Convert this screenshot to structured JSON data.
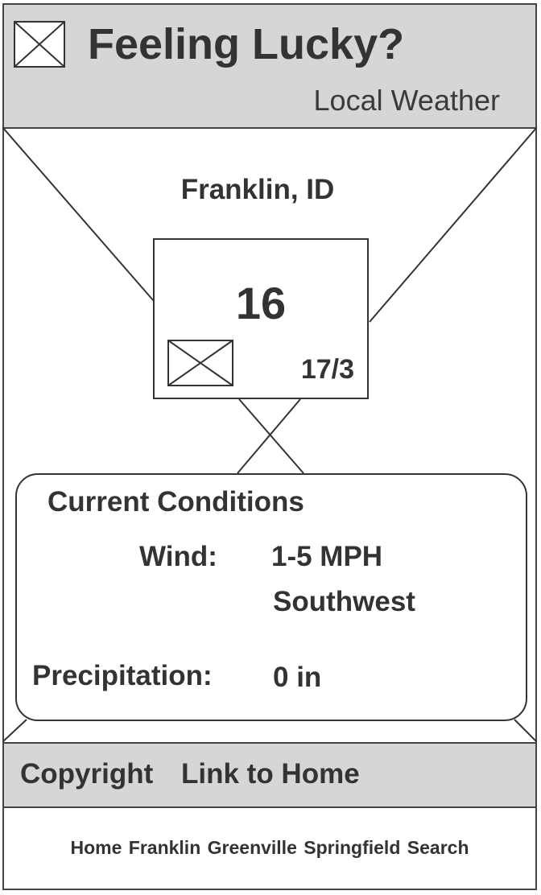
{
  "header": {
    "title": "Feeling Lucky?",
    "subtitle": "Local Weather",
    "logo_icon": "image-placeholder-icon"
  },
  "location": {
    "city": "Franklin, ID"
  },
  "forecast": {
    "temperature": "16",
    "high_low": "17/3",
    "weather_icon": "image-placeholder-icon"
  },
  "conditions": {
    "title": "Current Conditions",
    "wind_label": "Wind:",
    "wind_speed": "1-5 MPH",
    "wind_direction": "Southwest",
    "precip_label": "Precipitation:",
    "precip_value": "0 in"
  },
  "footer": {
    "copyright": "Copyright",
    "home_link": "Link to Home"
  },
  "nav": {
    "items": [
      {
        "label": "Home"
      },
      {
        "label": "Franklin"
      },
      {
        "label": "Greenville"
      },
      {
        "label": "Springfield"
      },
      {
        "label": "Search"
      }
    ]
  },
  "colors": {
    "header_bg": "#d6d6d6",
    "border": "#444444",
    "text": "#333333"
  }
}
